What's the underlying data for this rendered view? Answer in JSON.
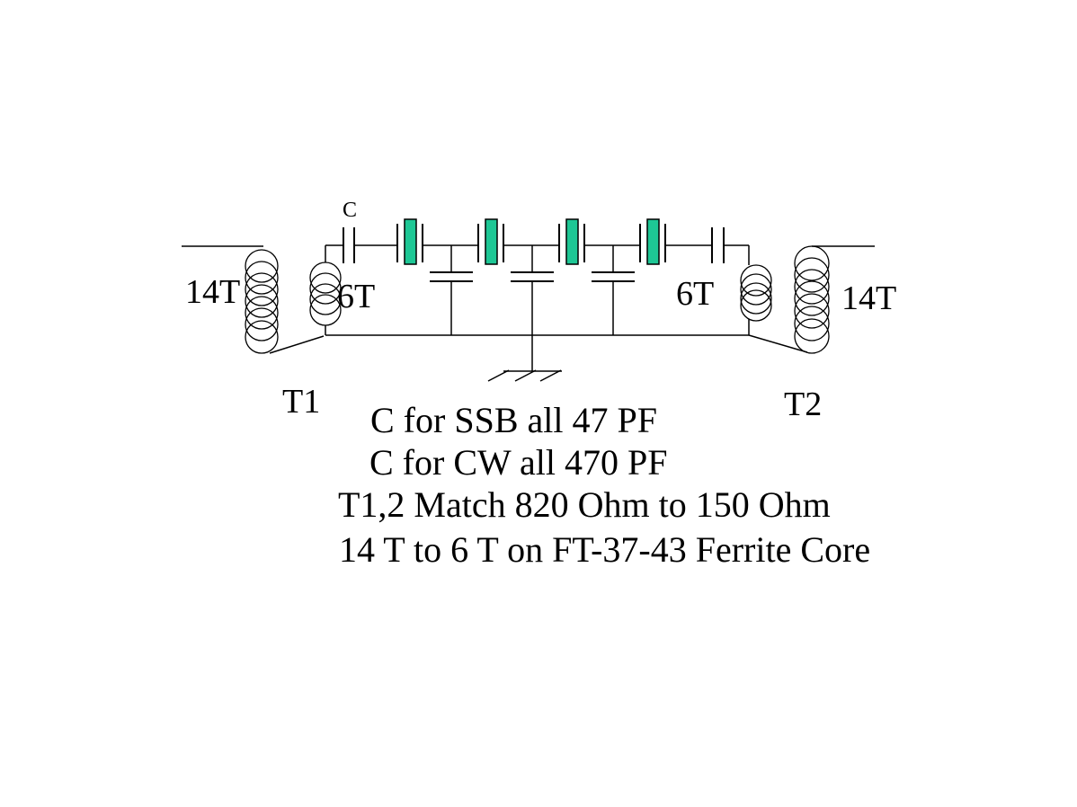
{
  "schematic": {
    "title_implied": "crystal ladder filter",
    "t1": {
      "name": "T1",
      "primary_turns": "14T",
      "secondary_turns": "6T"
    },
    "t2": {
      "name": "T2",
      "primary_turns": "14T",
      "secondary_turns": "6T"
    },
    "series_capacitor_label": "C",
    "crystal_count": 4,
    "shunt_capacitor_count": 3
  },
  "notes": [
    "C for SSB all 47 PF",
    "C for CW all 470 PF",
    "T1,2 Match 820 Ohm to 150 Ohm",
    "14 T to 6 T on FT-37-43 Ferrite Core"
  ],
  "colors": {
    "line": "#000000",
    "crystal_fill": "#1EC795",
    "background": "#FFFFFF"
  }
}
